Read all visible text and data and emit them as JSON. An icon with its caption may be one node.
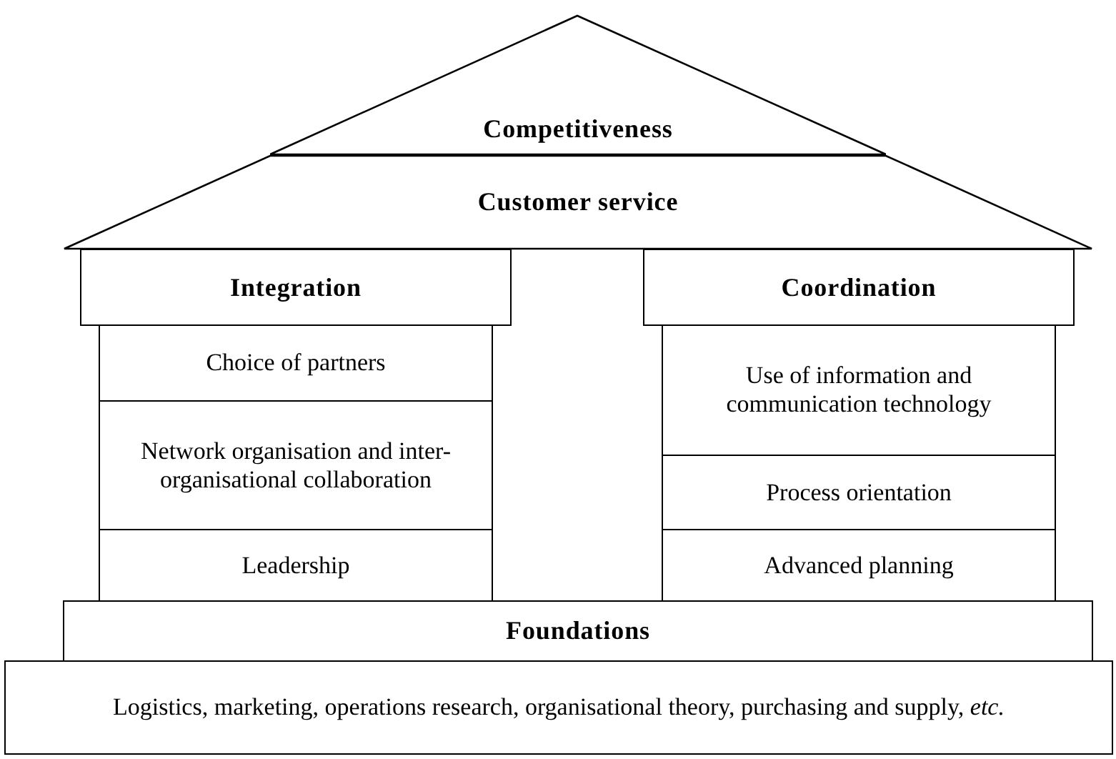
{
  "diagram": {
    "nodes": [
      {
        "text": [
          "Competitiveness"
        ]
      },
      {
        "text": [
          "Customer service"
        ]
      },
      {
        "text": [
          "Integration"
        ]
      },
      {
        "text": [
          "Choice of partners"
        ]
      },
      {
        "text": [
          "Network organisation and inter-organisational collaboration"
        ]
      },
      {
        "text": [
          "Leadership"
        ]
      },
      {
        "text": [
          "Coordination"
        ]
      },
      {
        "text": [
          "Use of information and communication technology"
        ]
      },
      {
        "text": [
          "Process orientation"
        ]
      },
      {
        "text": [
          "Advanced planning"
        ]
      },
      {
        "text": [
          "Foundations"
        ]
      },
      {
        "text": [
          "Logistics, marketing, operations research, organisational theory, purchasing and supply, *etc.*"
        ]
      }
    ]
  }
}
